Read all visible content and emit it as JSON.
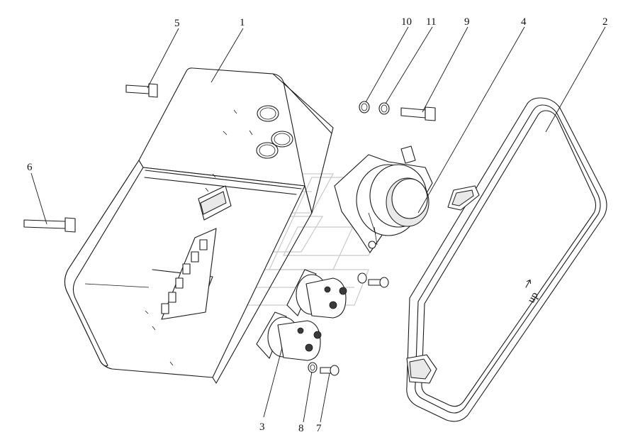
{
  "diagram": {
    "callouts": [
      {
        "id": "c1",
        "label": "1"
      },
      {
        "id": "c2",
        "label": "2"
      },
      {
        "id": "c3",
        "label": "3"
      },
      {
        "id": "c4",
        "label": "4"
      },
      {
        "id": "c5",
        "label": "5"
      },
      {
        "id": "c6",
        "label": "6"
      },
      {
        "id": "c7",
        "label": "7"
      },
      {
        "id": "c8",
        "label": "8"
      },
      {
        "id": "c9",
        "label": "9"
      },
      {
        "id": "c10",
        "label": "10"
      },
      {
        "id": "c11",
        "label": "11"
      }
    ],
    "cover_marking": "up"
  }
}
